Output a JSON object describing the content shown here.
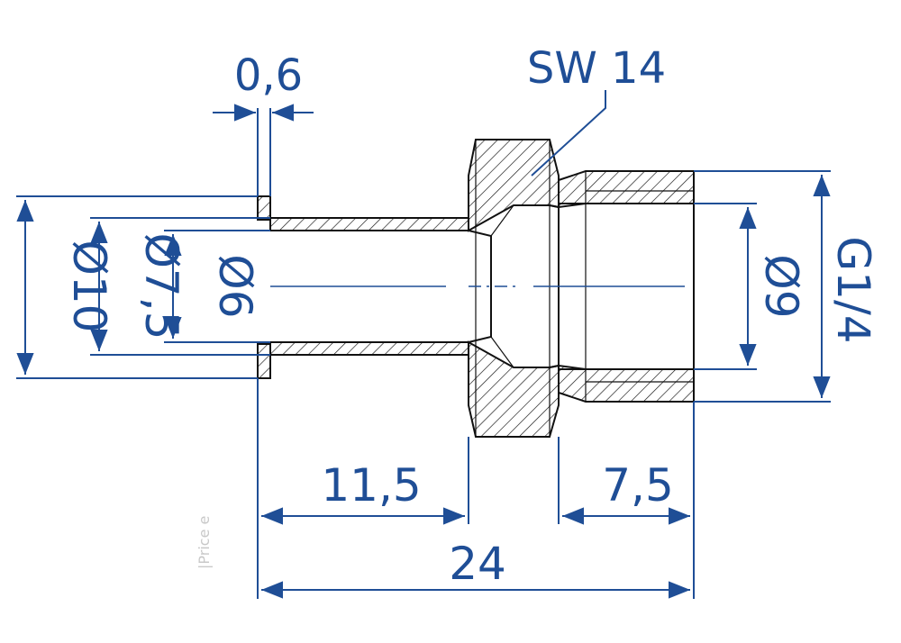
{
  "dimensions": {
    "flange_thickness": "0,6",
    "wrench_size": "SW 14",
    "outer_diameter_flange": "Ø10",
    "tube_outer_diameter": "Ø7,5",
    "tube_inner_diameter": "Ø6",
    "bore_diameter": "Ø9",
    "thread": "G1/4",
    "tube_length": "11,5",
    "thread_length": "7,5",
    "total_length": "24"
  },
  "watermark": "|Price e",
  "colors": {
    "dimension": "#1f4e96",
    "outline": "#111111"
  }
}
